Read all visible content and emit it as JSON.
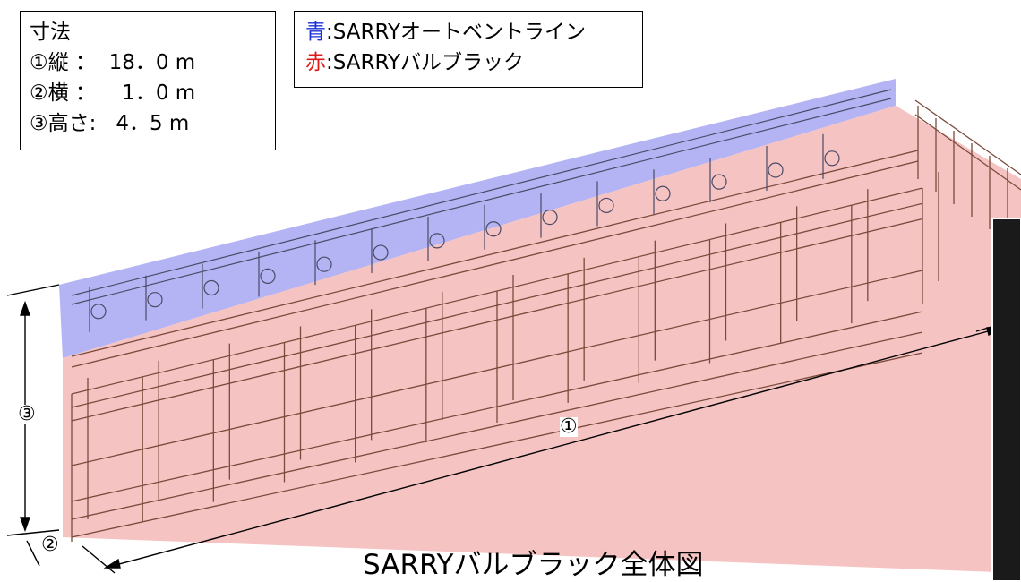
{
  "dimensions_box": {
    "title": "寸法",
    "rows": [
      {
        "label": "①縦 ：",
        "value": "18．0 m"
      },
      {
        "label": "②横 ：",
        "value": "1．0 m"
      },
      {
        "label": "③高さ:",
        "value": "4．5 m"
      }
    ]
  },
  "legend": {
    "items": [
      {
        "key": "青",
        "sep": ":",
        "text": "SARRYオートベントライン",
        "color": "#1a2fd6"
      },
      {
        "key": "赤",
        "sep": ":",
        "text": "SARRYバルブラック",
        "color": "#e01818"
      }
    ]
  },
  "dimension_markers": {
    "length": "①",
    "width": "②",
    "height": "③"
  },
  "caption": "SARRYバルブラック全体図",
  "colors": {
    "autovent_fill": "#8f8ff0",
    "rack_fill": "#f4b4b4",
    "frame": "#7a4a3a",
    "pipe": "#555566"
  }
}
